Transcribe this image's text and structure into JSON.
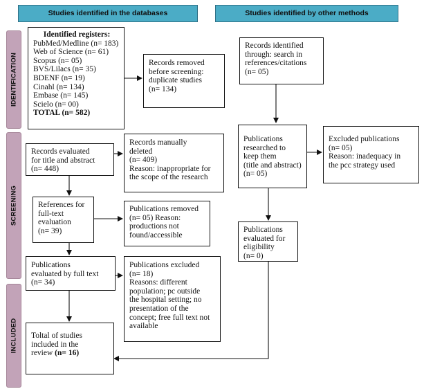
{
  "headers": {
    "databases": "Studies identified in the databases",
    "other": "Studies identified by other methods"
  },
  "phases": {
    "identification": "IDENTIFICATION",
    "screening": "SCREENING",
    "included": "INCLUDED"
  },
  "boxes": {
    "registers": {
      "title": "Identified registers:",
      "lines": [
        "PubMed/Medline (n= 183)",
        "Web of Science (n= 61)",
        "Scopus (n= 05)",
        "BVS/Lilacs (n= 35)",
        "BDENF (n= 19)",
        "Cinahl (n= 134)",
        "Embase (n= 145)",
        "Scielo (n= 00)"
      ],
      "total": "TOTAL (n= 582)"
    },
    "removed": [
      "Records removed",
      "before screening:",
      "duplicate studies",
      " (n= 134)"
    ],
    "evaluated": [
      "Records evaluated",
      "for title and abstract",
      "(n= 448)"
    ],
    "manual": [
      "Records manually",
      "deleted",
      "(n= 409)",
      "Reason: inappropriate for",
      "the scope of the research"
    ],
    "fulltext_refs": [
      "References for",
      "full-text",
      "evaluation",
      "(n= 39)"
    ],
    "pubs_removed": [
      "Publications removed",
      "(n= 05) Reason:",
      "productions not",
      "found/accessible"
    ],
    "pubs_evaluated": [
      "Publications",
      "evaluated by full text",
      "(n= 34)"
    ],
    "pubs_excluded": [
      "Publications excluded",
      "(n= 18)",
      "Reasons: different",
      "population; pc outside",
      "the hospital setting; no",
      "presentation of the",
      "concept; free full text not",
      "available"
    ],
    "included": [
      "Toltal of studies",
      "included in the",
      "review"
    ],
    "included_count": "(n= 16)",
    "other_identified": [
      "Records identified",
      "through: search in",
      "references/citations",
      "(n= 05)"
    ],
    "researched": [
      "Publications",
      "researched to",
      "keep them",
      "(title and abstract)",
      "(n= 05)"
    ],
    "excluded_pubs": [
      "Excluded publications",
      " (n= 05)",
      "Reason:  inadequacy in",
      "the pcc strategy used"
    ],
    "eligibility": [
      "Publications",
      "evaluated for",
      "eligibility",
      "(n= 0)"
    ]
  }
}
